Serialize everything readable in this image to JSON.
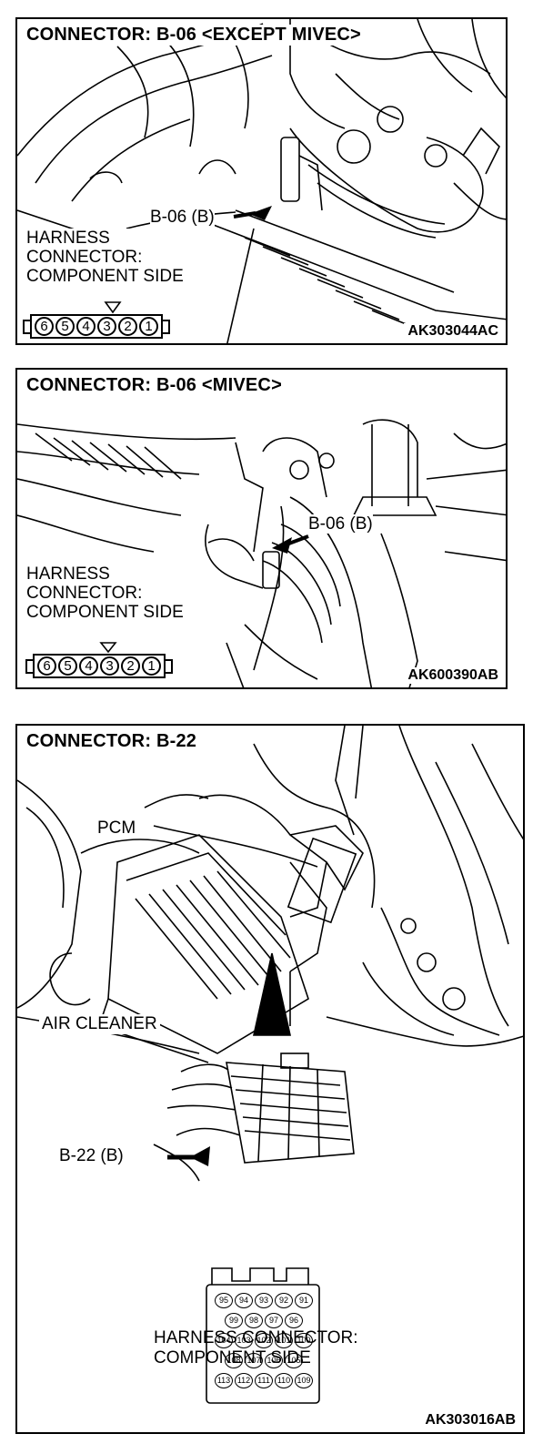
{
  "panel1": {
    "title": "CONNECTOR: B-06 <EXCEPT MIVEC>",
    "callout": "B-06 (B)",
    "harness_label": [
      "HARNESS",
      "CONNECTOR:",
      "COMPONENT SIDE"
    ],
    "pins": [
      "6",
      "5",
      "4",
      "3",
      "2",
      "1"
    ],
    "code": "AK303044AC"
  },
  "panel2": {
    "title": "CONNECTOR: B-06 <MIVEC>",
    "callout": "B-06 (B)",
    "harness_label": [
      "HARNESS",
      "CONNECTOR:",
      "COMPONENT SIDE"
    ],
    "pins": [
      "6",
      "5",
      "4",
      "3",
      "2",
      "1"
    ],
    "code": "AK600390AB"
  },
  "panel3": {
    "title": "CONNECTOR: B-22",
    "pcm_label": "PCM",
    "air_cleaner_label": "AIR CLEANER",
    "callout": "B-22 (B)",
    "pin_rows": [
      [
        "95",
        "94",
        "93",
        "92",
        "91"
      ],
      [
        "99",
        "98",
        "97",
        "96"
      ],
      [
        "104",
        "103",
        "102",
        "101",
        "100"
      ],
      [
        "108",
        "107",
        "106",
        "105"
      ],
      [
        "113",
        "112",
        "111",
        "110",
        "109"
      ]
    ],
    "harness_label": [
      "HARNESS CONNECTOR:",
      "COMPONENT SIDE"
    ],
    "code": "AK303016AB"
  }
}
